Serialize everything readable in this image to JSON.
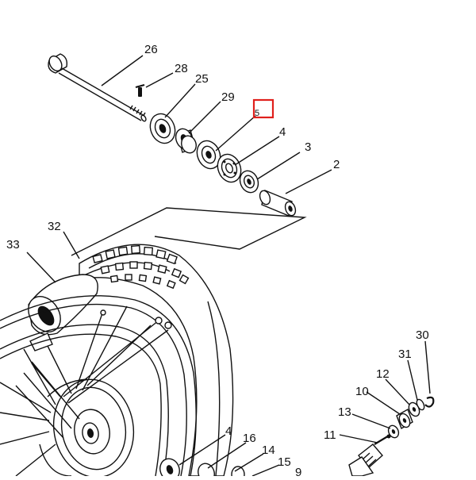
{
  "diagram": {
    "highlight_color": "#e0201c",
    "highlighted_callout": "5",
    "callouts": {
      "c26": "26",
      "c28": "28",
      "c25": "25",
      "c29": "29",
      "c5": "5",
      "c4a": "4",
      "c3": "3",
      "c2": "2",
      "c32": "32",
      "c33": "33",
      "c30": "30",
      "c31": "31",
      "c12": "12",
      "c10": "10",
      "c13": "13",
      "c11": "11",
      "c4b": "4",
      "c16": "16",
      "c14": "14",
      "c15": "15",
      "c9": "9"
    }
  }
}
